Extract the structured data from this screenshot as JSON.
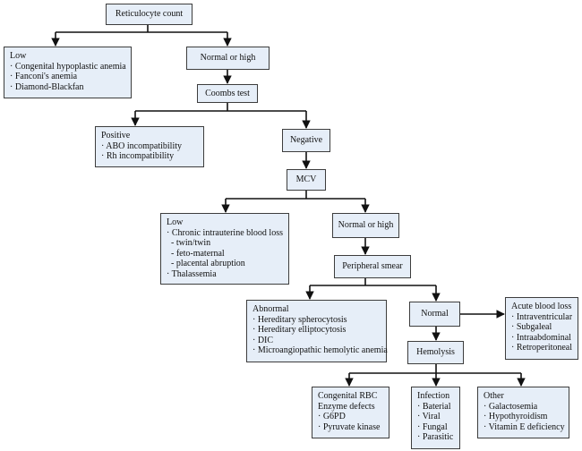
{
  "diagram": {
    "nodes": {
      "reticulocyte": {
        "label": "Reticulocyte count"
      },
      "low": {
        "head": "Low",
        "items": [
          "· Congenital hypoplastic anemia",
          "· Fanconi's anemia",
          "· Diamond-Blackfan"
        ]
      },
      "normal_high_1": {
        "label": "Normal or high"
      },
      "coombs": {
        "label": "Coombs test"
      },
      "positive": {
        "head": "Positive",
        "items": [
          "· ABO incompatibility",
          "· Rh incompatibility"
        ]
      },
      "negative": {
        "label": "Negative"
      },
      "mcv": {
        "label": "MCV"
      },
      "mcv_low": {
        "head": "Low",
        "items": [
          "· Chronic intrauterine blood loss",
          "- twin/twin",
          "- feto-maternal",
          "- placental abruption",
          "· Thalassemia"
        ]
      },
      "normal_high_2": {
        "label": "Normal or high"
      },
      "smear": {
        "label": "Peripheral smear"
      },
      "abnormal": {
        "head": "Abnormal",
        "items": [
          "· Hereditary spherocytosis",
          "· Hereditary elliptocytosis",
          "· DIC",
          "· Microangiopathic hemolytic anemia"
        ]
      },
      "normal": {
        "label": "Normal"
      },
      "acute": {
        "head": "Acute blood loss",
        "items": [
          "· Intraventricular",
          "· Subgaleal",
          "· Intraabdominal",
          "· Retroperitoneal"
        ]
      },
      "hemolysis": {
        "label": "Hemolysis"
      },
      "congenital": {
        "head": "Congenital RBC",
        "head2": "Enzyme defects",
        "items": [
          "· G6PD",
          "· Pyruvate kinase"
        ]
      },
      "infection": {
        "head": "Infection",
        "items": [
          "· Baterial",
          "· Viral",
          "· Fungal",
          "· Parasitic"
        ]
      },
      "other": {
        "head": "Other",
        "items": [
          "· Galactosemia",
          "· Hypothyroidism",
          "· Vitamin E deficiency"
        ]
      }
    }
  }
}
